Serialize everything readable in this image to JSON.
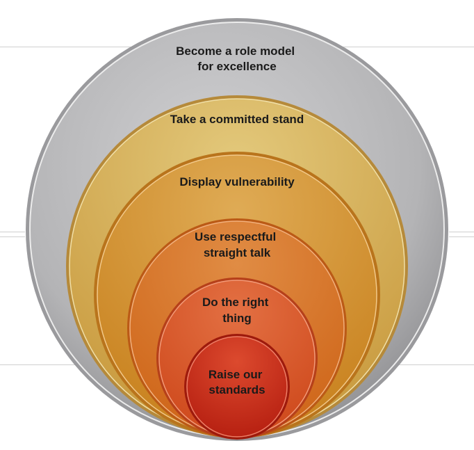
{
  "diagram": {
    "levels": [
      {
        "lines": [
          "Become a role model",
          "for excellence"
        ]
      },
      {
        "lines": [
          "Take a committed stand"
        ]
      },
      {
        "lines": [
          "Display vulnerability"
        ]
      },
      {
        "lines": [
          "Use respectful",
          "straight talk"
        ]
      },
      {
        "lines": [
          "Do the right",
          "thing"
        ]
      },
      {
        "lines": [
          "Raise our",
          "standards"
        ]
      }
    ]
  },
  "colors": {
    "ring_1": "#b9b9bb",
    "ring_2": "#d6b55e",
    "ring_3": "#d79a3a",
    "ring_4": "#d9782a",
    "ring_5": "#dc5a22",
    "ring_6": "#c92f16"
  }
}
